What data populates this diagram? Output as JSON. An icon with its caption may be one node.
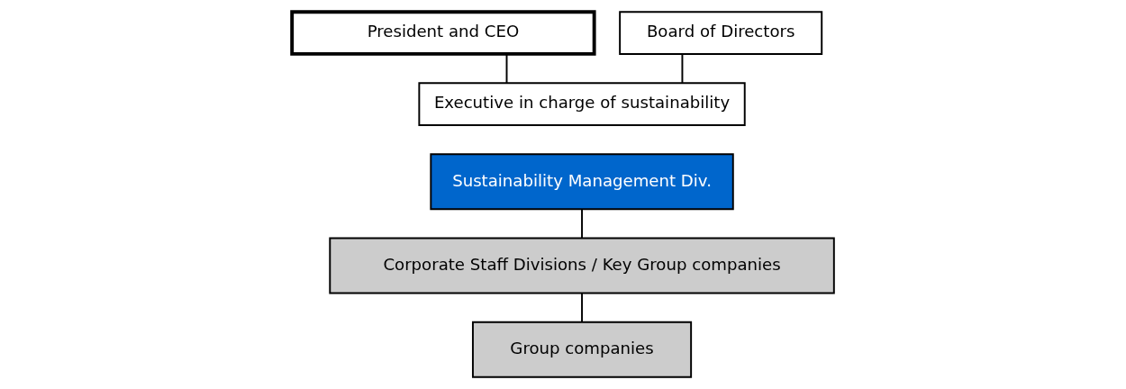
{
  "diagram": {
    "nodes": [
      {
        "text": [
          "President and CEO"
        ]
      },
      {
        "text": [
          "Board of Directors"
        ]
      },
      {
        "text": [
          "Executive in charge of sustainability"
        ]
      },
      {
        "text": [
          "Sustainability Management Div."
        ]
      },
      {
        "text": [
          "Corporate Staff Divisions / Key Group companies"
        ]
      },
      {
        "text": [
          "Group companies"
        ]
      }
    ],
    "edges": [
      {
        "from": 0,
        "to": 2,
        "arrow": "none"
      },
      {
        "from": 1,
        "to": 2,
        "arrow": "none"
      },
      {
        "from": 3,
        "to": 4,
        "arrow": "none"
      },
      {
        "from": 4,
        "to": 5,
        "arrow": "none"
      }
    ]
  }
}
